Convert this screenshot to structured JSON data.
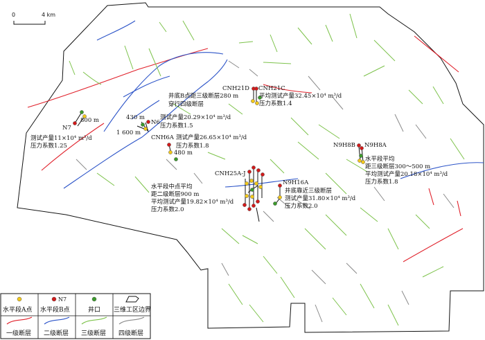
{
  "scale_bar": {
    "zero": "0",
    "distance": "4 km"
  },
  "wells": [
    {
      "id": "N7",
      "info": [
        "测试产量11×10⁴ m³/d",
        "压力系数1.25"
      ],
      "extra": "800 m"
    },
    {
      "id": "N6",
      "info": [
        "测试产量20.29×10⁴ m³/d",
        "压力系数1.5"
      ],
      "extra_top": "430 m",
      "extra_bottom": "1 600 m"
    },
    {
      "id": "CNH6A",
      "info": [
        "测试产量26.65×10⁴ m³/d",
        "压力系数1.8"
      ],
      "extra": "480 m"
    },
    {
      "id_left": "CNH21D",
      "id_right": "CNH21C",
      "info": [
        "平均测试产量32.45×10⁴ m³/d",
        "压力系数1.4"
      ],
      "note": [
        "井底B点距三级断层280 m",
        "穿行四级断层"
      ]
    },
    {
      "id": "CNH25A-J",
      "info": [
        "水平段中点平均",
        "距二级断层900 m",
        "平均测试产量19.82×10⁴ m³/d",
        "压力系数2.0"
      ]
    },
    {
      "id": "N9H16A",
      "info": [
        "井底靠近三级断层",
        "测试产量31.80×10⁴ m³/d",
        "压力系数2.0"
      ]
    },
    {
      "id_left": "N9H8B",
      "id_right": "N9H8A",
      "info": [
        "水平段平均",
        "距三级断层300～500 m",
        "平均测试产量20.18×10⁴ m³/d",
        "压力系数1.8"
      ]
    }
  ],
  "legend": {
    "row1": [
      {
        "label": "水平段A点",
        "symbol": "yellow-dot"
      },
      {
        "label": "水平段B点",
        "symbol": "red-dot",
        "sample": "N7"
      },
      {
        "label": "井口",
        "symbol": "green-dot"
      },
      {
        "label": "三维工区边界",
        "symbol": "boundary"
      }
    ],
    "row2": [
      {
        "label": "一级断层",
        "color": "#e0202a"
      },
      {
        "label": "二级断层",
        "color": "#2c54c8"
      },
      {
        "label": "三级断层",
        "color": "#7cc24a"
      },
      {
        "label": "四级断层",
        "color": "#8a8a8a"
      }
    ]
  }
}
